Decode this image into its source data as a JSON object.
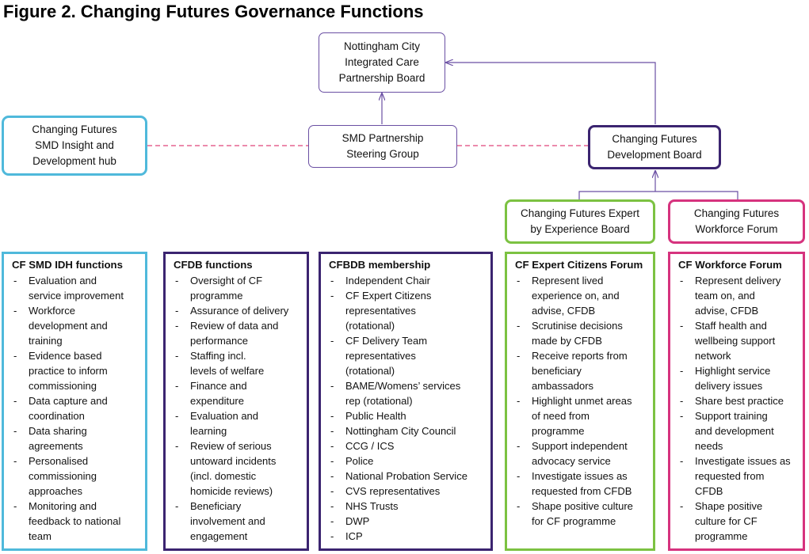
{
  "title": "Figure 2. Changing Futures Governance Functions",
  "colors": {
    "purple": "#6a4fa3",
    "dark_purple": "#3b2470",
    "cyan": "#4fb9db",
    "green": "#7cc242",
    "magenta": "#d6337e",
    "dashed_link": "#e0457b"
  },
  "nodes": {
    "icp_board": [
      "Nottingham City",
      "Integrated Care",
      "Partnership Board"
    ],
    "insight_hub": [
      "Changing Futures",
      "SMD Insight and",
      "Development hub"
    ],
    "steering_group": [
      "SMD Partnership",
      "Steering Group"
    ],
    "dev_board": [
      "Changing Futures",
      "Development Board"
    ],
    "expert_board": [
      "Changing Futures Expert",
      "by Experience Board"
    ],
    "workforce_forum": [
      "Changing Futures",
      "Workforce Forum"
    ]
  },
  "panels": {
    "idh": {
      "heading": "CF SMD IDH functions",
      "items": [
        [
          "Evaluation and",
          "service improvement"
        ],
        [
          "Workforce",
          "development and",
          "training"
        ],
        [
          "Evidence based",
          "practice to inform",
          "commissioning"
        ],
        [
          "Data capture and",
          "coordination"
        ],
        [
          "Data sharing",
          "agreements"
        ],
        [
          "Personalised",
          "commissioning",
          "approaches"
        ],
        [
          "Monitoring and",
          "feedback to national",
          "team"
        ]
      ]
    },
    "cfdb": {
      "heading": "CFDB functions",
      "items": [
        [
          "Oversight of CF",
          "programme"
        ],
        [
          "Assurance of delivery"
        ],
        [
          "Review of data and",
          "performance"
        ],
        [
          "Staffing incl.",
          "levels of welfare"
        ],
        [
          "Finance and",
          "expenditure"
        ],
        [
          "Evaluation and",
          "learning"
        ],
        [
          "Review of serious",
          "untoward incidents",
          "(incl. domestic",
          "homicide reviews)"
        ],
        [
          "Beneficiary",
          "involvement and",
          "engagement"
        ]
      ]
    },
    "membership": {
      "heading": "CFBDB membership",
      "items": [
        [
          "Independent Chair"
        ],
        [
          "CF Expert Citizens",
          "representatives",
          "(rotational)"
        ],
        [
          "CF Delivery Team",
          "representatives",
          "(rotational)"
        ],
        [
          "BAME/Womens’ services",
          "rep (rotational)"
        ],
        [
          "Public Health"
        ],
        [
          "Nottingham City Council"
        ],
        [
          "CCG / ICS"
        ],
        [
          "Police"
        ],
        [
          "National Probation Service"
        ],
        [
          "CVS representatives"
        ],
        [
          "NHS Trusts"
        ],
        [
          "DWP"
        ],
        [
          "ICP"
        ]
      ]
    },
    "citizens": {
      "heading": "CF Expert Citizens Forum",
      "items": [
        [
          "Represent lived",
          "experience on, and",
          "advise, CFDB"
        ],
        [
          "Scrutinise decisions",
          "made by CFDB"
        ],
        [
          "Receive reports from",
          "beneficiary",
          "ambassadors"
        ],
        [
          "Highlight unmet areas",
          "of need from",
          "programme"
        ],
        [
          "Support independent",
          "advocacy service"
        ],
        [
          "Investigate issues as",
          "requested from CFDB"
        ],
        [
          "Shape positive culture",
          "for CF programme"
        ]
      ]
    },
    "workforce": {
      "heading": "CF Workforce Forum",
      "items": [
        [
          "Represent delivery",
          "team on, and",
          "advise, CFDB"
        ],
        [
          "Staff health and",
          "wellbeing support",
          "network"
        ],
        [
          "Highlight service",
          "delivery issues"
        ],
        [
          "Share best practice"
        ],
        [
          "Support training",
          "and development",
          "needs"
        ],
        [
          "Investigate issues as",
          "requested from",
          "CFDB"
        ],
        [
          "Shape positive",
          "culture for CF",
          "programme"
        ]
      ]
    }
  }
}
